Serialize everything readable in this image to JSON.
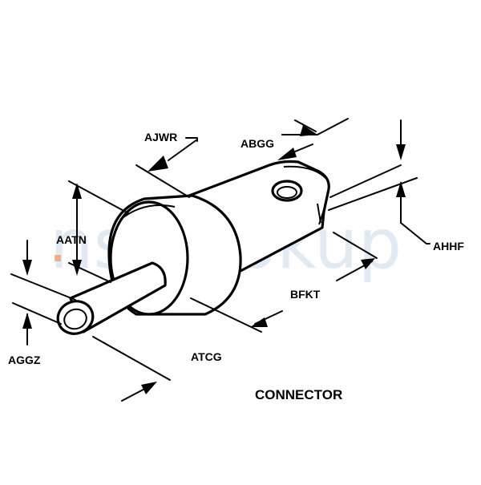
{
  "diagram": {
    "title": "CONNECTOR",
    "watermark": "nsnlookup",
    "labels": {
      "ajwr": "AJWR",
      "abgg": "ABGG",
      "aatn": "AATN",
      "ahhf": "AHHF",
      "bfkt": "BFKT",
      "aggz": "AGGZ",
      "atcg": "ATCG"
    },
    "colors": {
      "line": "#000000",
      "background": "#ffffff",
      "watermark": "#c9d9ea",
      "watermark_accent": "#f0a070"
    }
  }
}
